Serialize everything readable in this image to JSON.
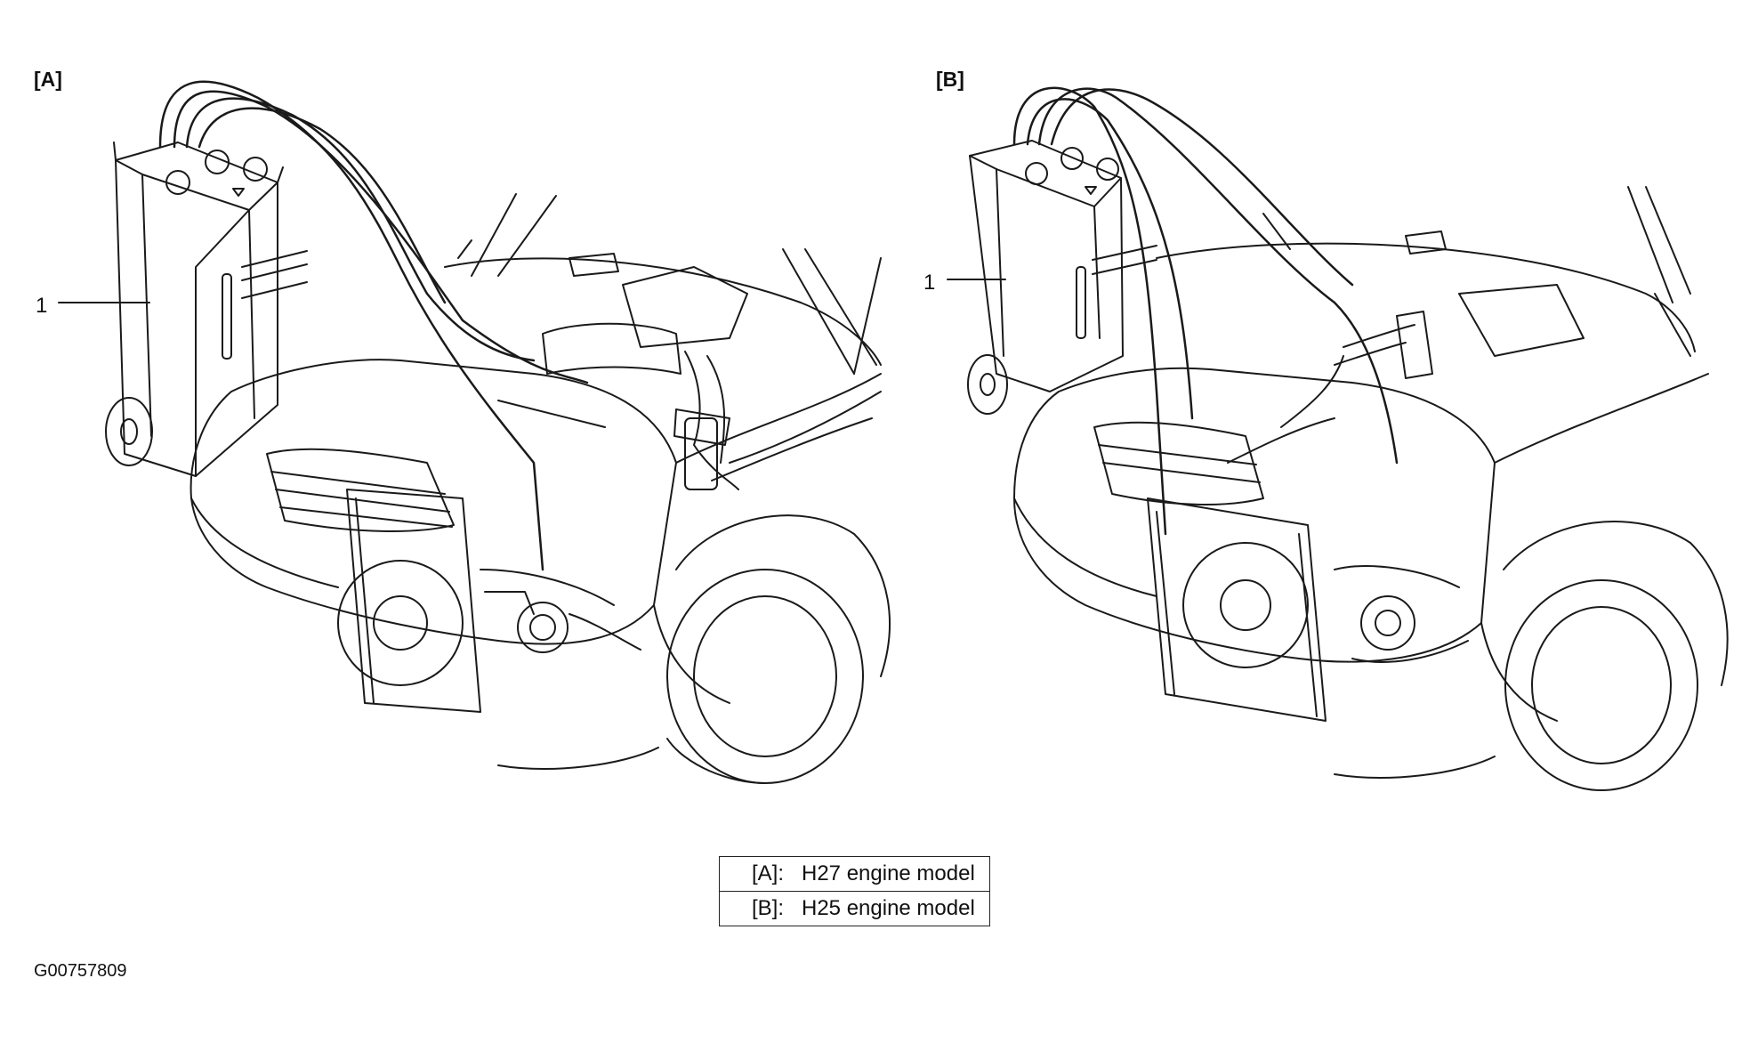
{
  "panels": [
    {
      "label": "[A]",
      "callout": "1"
    },
    {
      "label": "[B]",
      "callout": "1"
    }
  ],
  "legend": [
    {
      "key": "[A]:",
      "text": "H27 engine model"
    },
    {
      "key": "[B]:",
      "text": "H25 engine model"
    }
  ],
  "figure_id": "G00757809"
}
